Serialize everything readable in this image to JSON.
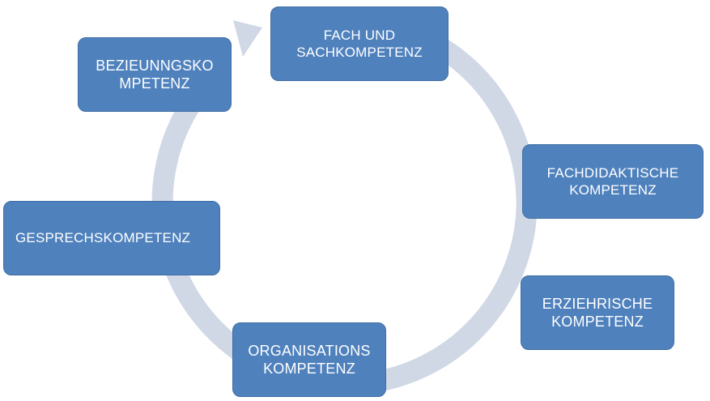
{
  "diagram": {
    "nodes": [
      {
        "id": "fach",
        "lines": [
          "FACH UND",
          "SACHKOMPETENZ"
        ]
      },
      {
        "id": "fachdidaktik",
        "lines": [
          "FACHDIDAKTISCHE",
          "KOMPETENZ"
        ]
      },
      {
        "id": "erzieh",
        "lines": [
          "ERZIEHRISCHE",
          "KOMPETENZ"
        ]
      },
      {
        "id": "organisation",
        "lines": [
          "ORGANISATIONS",
          "KOMPETENZ"
        ]
      },
      {
        "id": "gesprech",
        "lines": [
          "GESPRECHSKOMPETENZ"
        ]
      },
      {
        "id": "beziehung",
        "lines": [
          "BEZIEUNNGSKO",
          "MPETENZ"
        ]
      }
    ],
    "colors": {
      "node_fill": "#4f81bd",
      "node_border": "#3f6ea5",
      "node_text": "#ffffff",
      "cycle_arrow": "#d0d7e5"
    }
  }
}
